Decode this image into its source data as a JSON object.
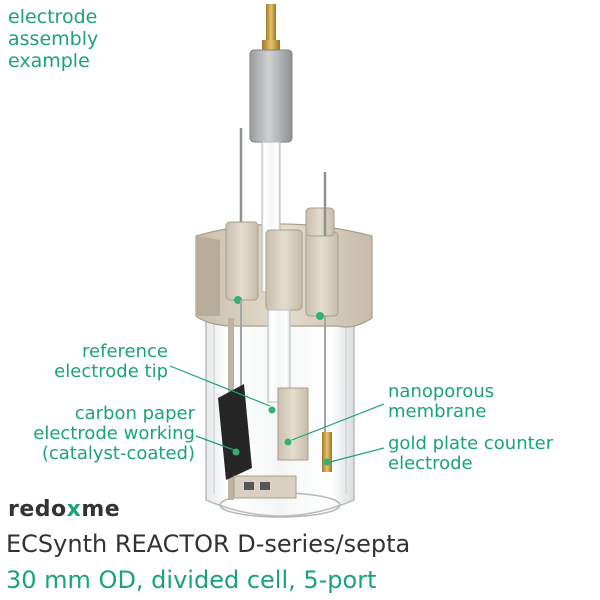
{
  "labels": {
    "assembly": [
      "electrode",
      "assembly",
      "example"
    ],
    "reference": [
      "reference",
      "electrode tip"
    ],
    "carbon": [
      "carbon paper",
      "electrode working",
      "(catalyst-coated)"
    ],
    "membrane": [
      "nanoporous",
      "membrane"
    ],
    "gold": [
      "gold plate counter",
      "electrode"
    ]
  },
  "brand": {
    "part1": "redo",
    "part2": "x",
    "part3": "me"
  },
  "title": "ECSynth REACTOR D-series/septa",
  "subtitle": "30 mm OD, divided cell, 5-port",
  "colors": {
    "accent": "#1aa37a",
    "text": "#333333"
  }
}
